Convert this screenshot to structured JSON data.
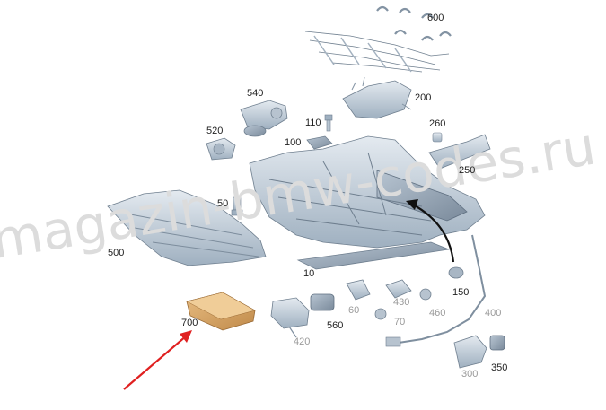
{
  "watermark": "magazin-bmw-codes.ru",
  "labels": {
    "p600": "600",
    "p540": "540",
    "p200": "200",
    "p110": "110",
    "p520": "520",
    "p100": "100",
    "p260": "260",
    "p250": "250",
    "p50": "50",
    "p500": "500",
    "p10": "10",
    "p150": "150",
    "p700": "700",
    "p420": "420",
    "p560": "560",
    "p60": "60",
    "p430": "430",
    "p70": "70",
    "p460": "460",
    "p400": "400",
    "p300": "300",
    "p350": "350"
  },
  "colors": {
    "part_fill": "#c9d3dd",
    "part_dark": "#8a9aab",
    "highlight_part": "#d6a66a",
    "pointer_arrow": "#e02020",
    "motion_arrow": "#111111"
  },
  "icons": {
    "highlight_pointer": "red-arrow-icon",
    "motion_arrow": "curved-black-arrow-icon"
  }
}
